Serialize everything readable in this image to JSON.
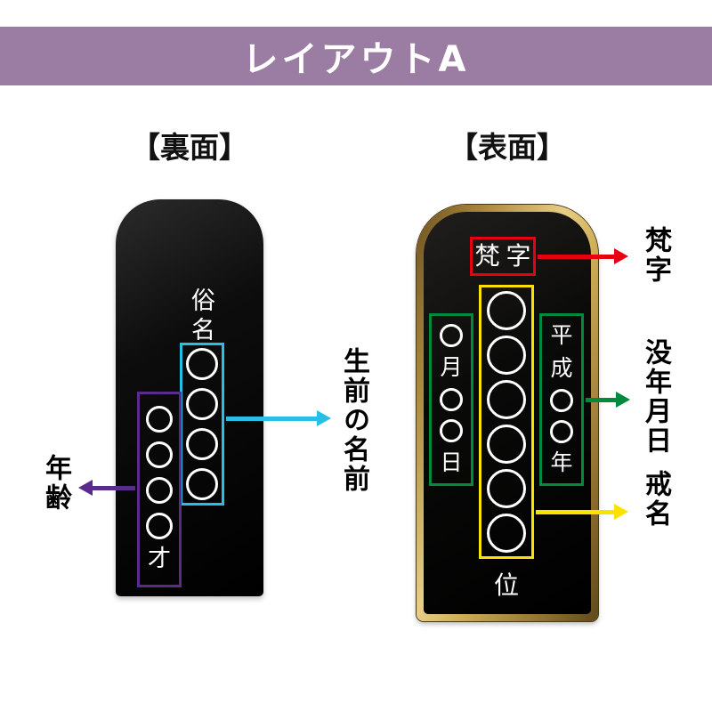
{
  "header": {
    "title": "レイアウトA",
    "background_color": "#9b7ca3"
  },
  "panels": {
    "back": {
      "title": "【裏面】",
      "tablet": {
        "name_label": "俗名",
        "name_circle_count": 4,
        "age_circle_count": 4,
        "age_suffix": "才"
      },
      "annotations": {
        "name": {
          "label": "生前の名前",
          "color": "#27bfe6"
        },
        "age": {
          "label": "年齢",
          "color": "#5a2b8d"
        }
      }
    },
    "front": {
      "title": "【表面】",
      "tablet": {
        "bonji_label": "梵字",
        "kaimyo_circle_count": 6,
        "rank_label": "位",
        "date_left": "○月○○日",
        "date_right": "平成○○年"
      },
      "annotations": {
        "bonji": {
          "label": "梵字",
          "color": "#e60012"
        },
        "death_date": {
          "label": "没年月日",
          "color": "#008a3e"
        },
        "kaimyo": {
          "label": "戒名",
          "color": "#ffe100"
        }
      }
    }
  },
  "colors": {
    "header_background": "#9b7ca3",
    "tablet_body": "#000000",
    "tablet_gold_frame": "#cfae58",
    "circle_stroke": "#ffffff",
    "name_box": "#27bfe6",
    "age_box": "#5a2b8d",
    "bonji_box": "#e60012",
    "date_box": "#008a3e",
    "kaimyo_box": "#ffe100"
  }
}
